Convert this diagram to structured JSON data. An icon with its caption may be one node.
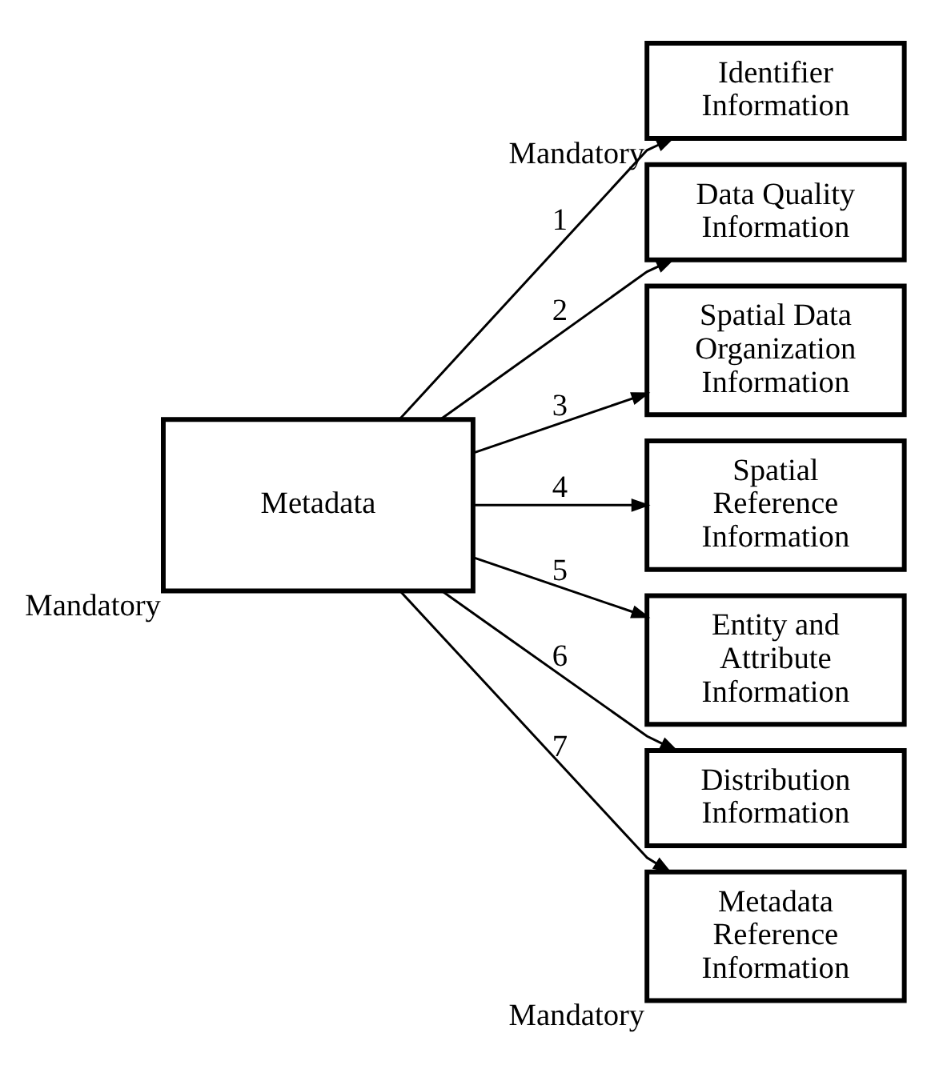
{
  "diagram": {
    "nodes": [
      {
        "text": [
          "Metadata"
        ],
        "beside": [
          "Mandatory"
        ]
      },
      {
        "text": [
          "Identifier Information"
        ],
        "beside": [
          "Mandatory"
        ]
      },
      {
        "text": [
          "Data Quality Information"
        ]
      },
      {
        "text": [
          "Spatial Data Organization Information"
        ]
      },
      {
        "text": [
          "Spatial Reference Information"
        ]
      },
      {
        "text": [
          "Entity and Attribute Information"
        ]
      },
      {
        "text": [
          "Distribution Information"
        ]
      },
      {
        "text": [
          "Metadata Reference Information"
        ],
        "beside": [
          "Mandatory"
        ]
      }
    ],
    "edges": [
      {
        "from": 0,
        "to": 1,
        "arrow": "to",
        "label": "1"
      },
      {
        "from": 0,
        "to": 2,
        "arrow": "to",
        "label": "2"
      },
      {
        "from": 0,
        "to": 3,
        "arrow": "to",
        "label": "3"
      },
      {
        "from": 0,
        "to": 4,
        "arrow": "to",
        "label": "4"
      },
      {
        "from": 0,
        "to": 5,
        "arrow": "to",
        "label": "5"
      },
      {
        "from": 0,
        "to": 6,
        "arrow": "to",
        "label": "6"
      },
      {
        "from": 0,
        "to": 7,
        "arrow": "to",
        "label": "7"
      }
    ]
  }
}
